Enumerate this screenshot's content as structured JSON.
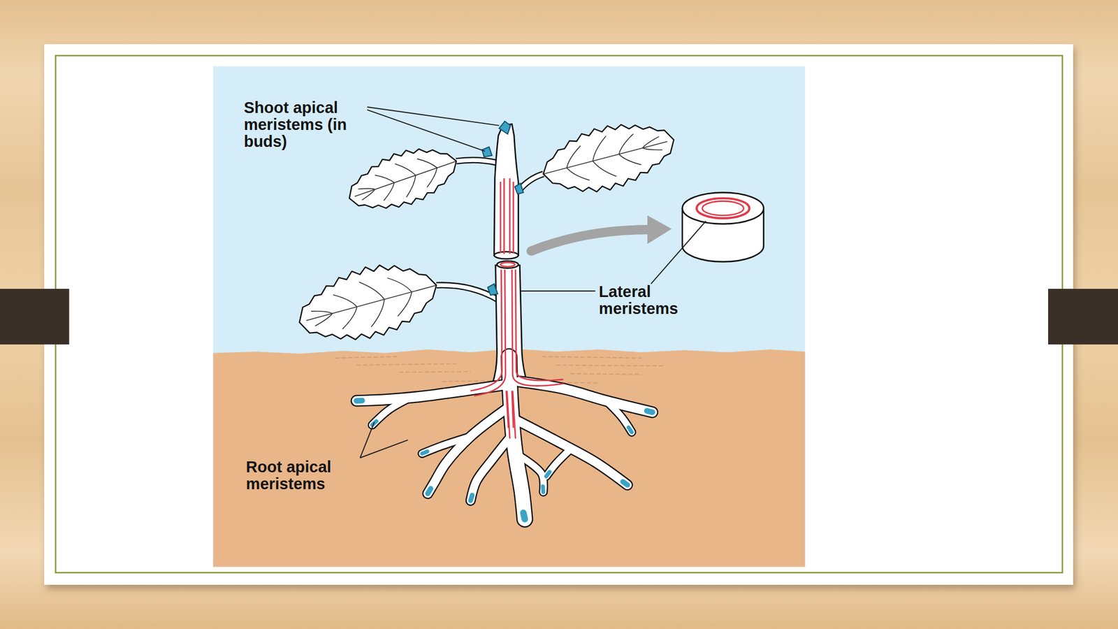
{
  "diagram": {
    "labels": [
      "Shoot apical meristems (in buds)",
      "Lateral meristems",
      "Root apical meristems"
    ]
  }
}
